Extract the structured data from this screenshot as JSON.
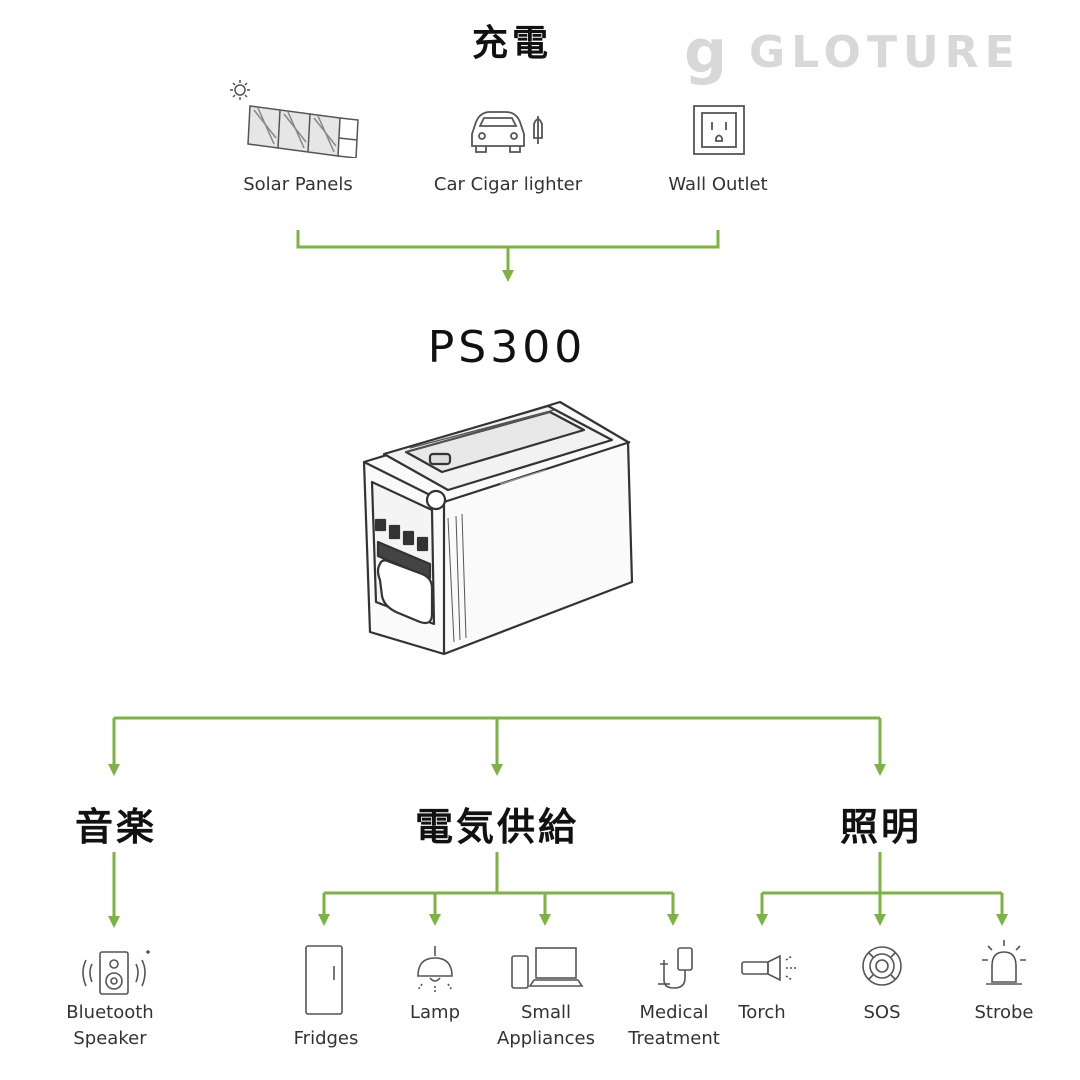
{
  "brand": {
    "mark": "g",
    "name": "GLOTURE"
  },
  "charging": {
    "heading": "充電",
    "sources": [
      {
        "label": "Solar Panels",
        "icon": "solar-panel-icon"
      },
      {
        "label": "Car Cigar lighter",
        "icon": "car-icon"
      },
      {
        "label": "Wall Outlet",
        "icon": "wall-outlet-icon"
      }
    ]
  },
  "product": {
    "model": "PS300",
    "icon": "power-station-icon"
  },
  "categories": [
    {
      "heading": "音楽",
      "items": [
        {
          "label": "Bluetooth\nSpeaker",
          "icon": "speaker-icon"
        }
      ]
    },
    {
      "heading": "電気供給",
      "items": [
        {
          "label": "Fridges",
          "icon": "fridge-icon"
        },
        {
          "label": "Lamp",
          "icon": "lamp-icon"
        },
        {
          "label": "Small\nAppliances",
          "icon": "appliances-icon"
        },
        {
          "label": "Medical\nTreatment",
          "icon": "medical-icon"
        }
      ]
    },
    {
      "heading": "照明",
      "items": [
        {
          "label": "Torch",
          "icon": "torch-icon"
        },
        {
          "label": "SOS",
          "icon": "sos-icon"
        },
        {
          "label": "Strobe",
          "icon": "strobe-icon"
        }
      ]
    }
  ],
  "colors": {
    "connector": "#7cb342",
    "icon_stroke": "#555555"
  }
}
